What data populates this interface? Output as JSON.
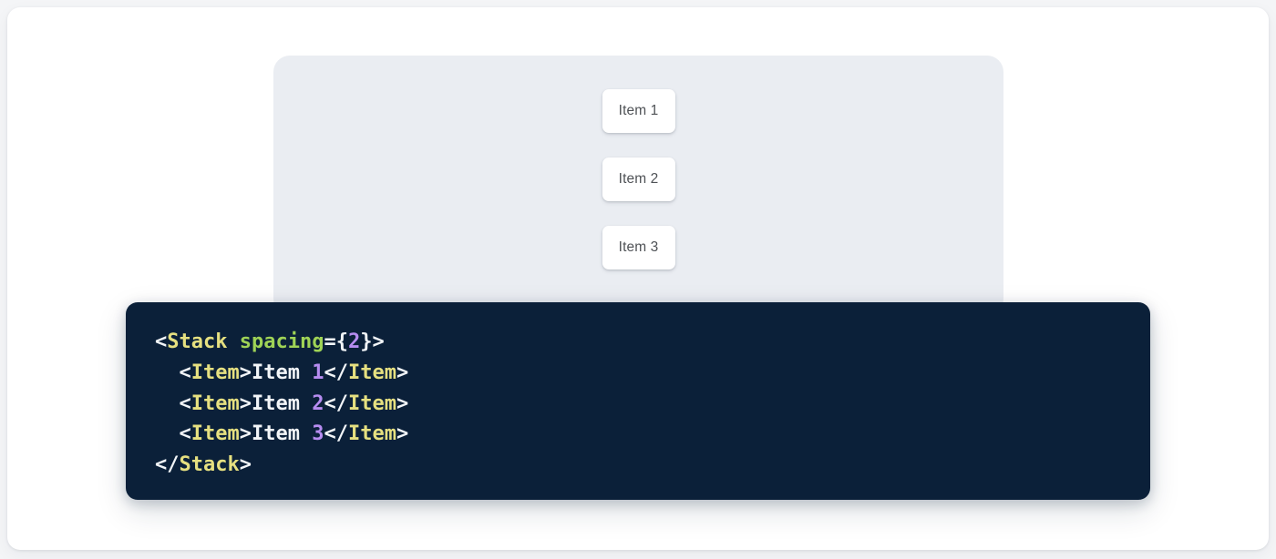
{
  "colors": {
    "page_bg": "#f4f5f7",
    "card_bg": "#ffffff",
    "preview_bg": "#eaedf2",
    "item_bg": "#ffffff",
    "item_text": "#4f5256",
    "code_bg": "#0b2039",
    "code_default": "#f2f5f8",
    "code_tag": "#e6e080",
    "code_attr": "#9fd356",
    "code_number": "#b68cf0"
  },
  "preview": {
    "component": "Stack",
    "spacing": 2,
    "items": [
      {
        "label": "Item 1"
      },
      {
        "label": "Item 2"
      },
      {
        "label": "Item 3"
      }
    ]
  },
  "code": {
    "language": "jsx",
    "lines": [
      {
        "indent": "",
        "tokens": [
          {
            "t": "punct",
            "v": "<"
          },
          {
            "t": "tag",
            "v": "Stack"
          },
          {
            "t": "text",
            "v": " "
          },
          {
            "t": "attr",
            "v": "spacing"
          },
          {
            "t": "punct",
            "v": "={"
          },
          {
            "t": "num",
            "v": "2"
          },
          {
            "t": "punct",
            "v": "}>"
          }
        ]
      },
      {
        "indent": "  ",
        "tokens": [
          {
            "t": "punct",
            "v": "<"
          },
          {
            "t": "tag",
            "v": "Item"
          },
          {
            "t": "punct",
            "v": ">"
          },
          {
            "t": "text",
            "v": "Item "
          },
          {
            "t": "num",
            "v": "1"
          },
          {
            "t": "punct",
            "v": "</"
          },
          {
            "t": "tag",
            "v": "Item"
          },
          {
            "t": "punct",
            "v": ">"
          }
        ]
      },
      {
        "indent": "  ",
        "tokens": [
          {
            "t": "punct",
            "v": "<"
          },
          {
            "t": "tag",
            "v": "Item"
          },
          {
            "t": "punct",
            "v": ">"
          },
          {
            "t": "text",
            "v": "Item "
          },
          {
            "t": "num",
            "v": "2"
          },
          {
            "t": "punct",
            "v": "</"
          },
          {
            "t": "tag",
            "v": "Item"
          },
          {
            "t": "punct",
            "v": ">"
          }
        ]
      },
      {
        "indent": "  ",
        "tokens": [
          {
            "t": "punct",
            "v": "<"
          },
          {
            "t": "tag",
            "v": "Item"
          },
          {
            "t": "punct",
            "v": ">"
          },
          {
            "t": "text",
            "v": "Item "
          },
          {
            "t": "num",
            "v": "3"
          },
          {
            "t": "punct",
            "v": "</"
          },
          {
            "t": "tag",
            "v": "Item"
          },
          {
            "t": "punct",
            "v": ">"
          }
        ]
      },
      {
        "indent": "",
        "tokens": [
          {
            "t": "punct",
            "v": "</"
          },
          {
            "t": "tag",
            "v": "Stack"
          },
          {
            "t": "punct",
            "v": ">"
          }
        ]
      }
    ]
  }
}
